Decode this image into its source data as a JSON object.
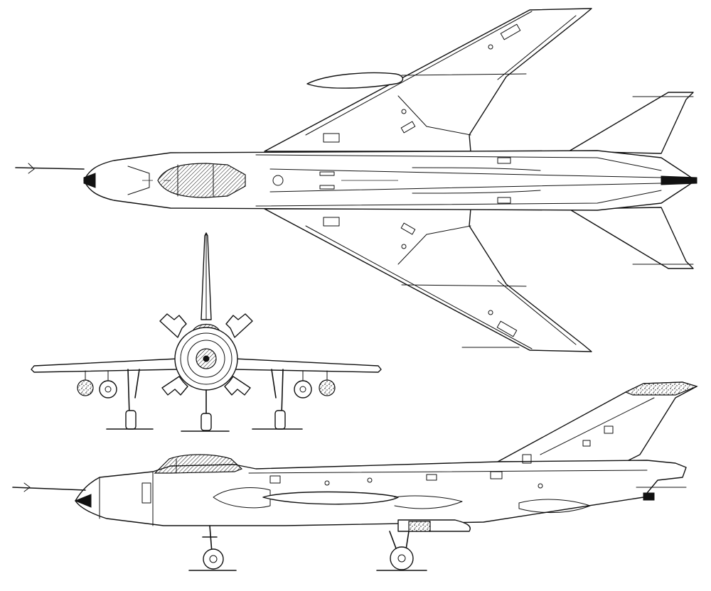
{
  "figure": {
    "type": "three-view line drawing",
    "views": [
      "top-view",
      "front-view",
      "side-view"
    ],
    "stroke_color": "#111111",
    "background_color": "#ffffff"
  }
}
